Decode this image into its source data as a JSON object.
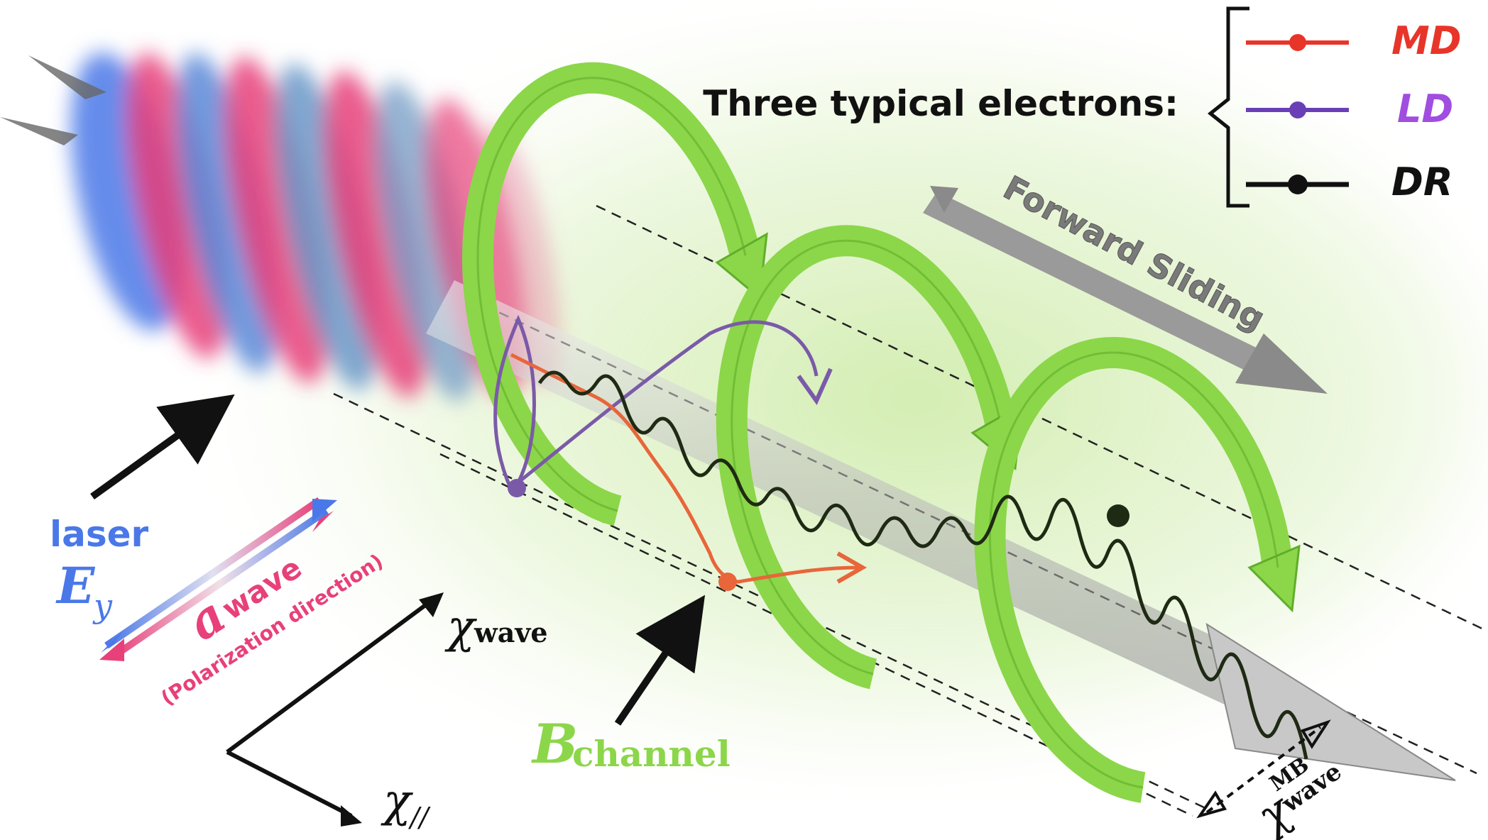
{
  "legend": {
    "heading": "Three typical electrons:",
    "items": [
      {
        "label": "MD",
        "color": "#e8352a"
      },
      {
        "label": "LD",
        "color": "#8a3fd6"
      },
      {
        "label": "DR",
        "color": "#111111"
      }
    ]
  },
  "labels": {
    "forward_sliding": "Forward Sliding",
    "laser": "laser",
    "e_symbol": "E",
    "e_subscript": "y",
    "a_symbol": "a",
    "a_subscript": "wave",
    "polarization": "(Polarization direction)",
    "chi_symbol": "χ",
    "chi_wave_sub": "wave",
    "chi_parallel_sub": "//",
    "b_symbol": "B",
    "b_subscript": "channel",
    "chi_mb_sup": "MB",
    "chi_mb_sub": "wave"
  },
  "colors": {
    "laser_blue": "#4a78e8",
    "laser_pink": "#e8407a",
    "ring_green": "#8cd64a",
    "ring_green_dark": "#5fae2a",
    "glow_green": "#d8f0b8",
    "arrow_gray": "#9a9a9a",
    "md_orange": "#e8663a",
    "ld_purple": "#7a5aa8",
    "dr_dark": "#1f2a14"
  }
}
